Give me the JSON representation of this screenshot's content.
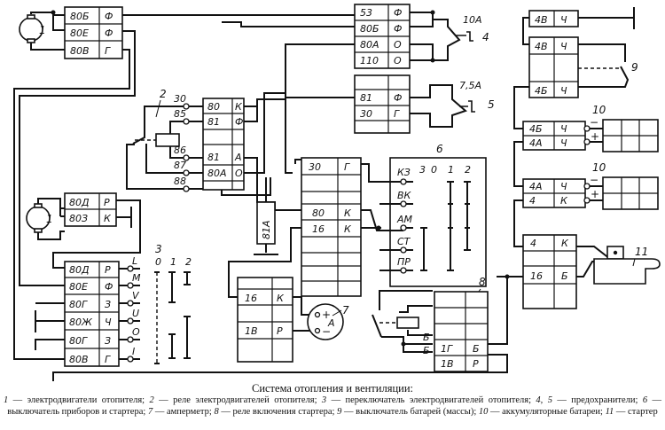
{
  "title": "Система отопления и вентиляции:",
  "legend": [
    {
      "num": "1",
      "text": "электродвигатели отопителя;"
    },
    {
      "num": "2",
      "text": "реле электродвигателей отопителя;"
    },
    {
      "num": "3",
      "text": "переключатель электродвигателей отопителя;"
    },
    {
      "num": "4, 5",
      "text": "предохранители;"
    },
    {
      "num": "6",
      "text": "выключатель приборов и стартера;"
    },
    {
      "num": "7",
      "text": "амперметр;"
    },
    {
      "num": "8",
      "text": "реле включения стартера;"
    },
    {
      "num": "9",
      "text": "выключатель батарей (массы);"
    },
    {
      "num": "10",
      "text": "аккумуляторные батареи;"
    },
    {
      "num": "11",
      "text": "стартер"
    }
  ],
  "components": {
    "motor_top": {
      "ref": "1",
      "rows": [
        [
          "80Б",
          "Ф"
        ],
        [
          "80Е",
          "Ф"
        ],
        [
          "80В",
          "Г"
        ]
      ]
    },
    "motor_mid": {
      "ref": "1",
      "rows": [
        [
          "80Д",
          "Р"
        ],
        [
          "80З",
          "К"
        ]
      ]
    },
    "relay2": {
      "ref": "2",
      "pins": [
        "30",
        "85",
        "86",
        "87",
        "88"
      ],
      "rows": [
        [
          "80",
          "К"
        ],
        [
          "81",
          "Ф"
        ],
        [
          "",
          ""
        ],
        [
          "81",
          "А"
        ],
        [
          "80А",
          "О"
        ],
        [
          "",
          ""
        ]
      ]
    },
    "switch3": {
      "ref": "3",
      "positions": [
        "0",
        "1",
        "2"
      ],
      "pins": [
        "L",
        "M",
        "V",
        "U",
        "O",
        "I"
      ],
      "rows": [
        [
          "80Д",
          "Р"
        ],
        [
          "80Е",
          "Ф"
        ],
        [
          "80Г",
          "З"
        ],
        [
          "80Ж",
          "Ч"
        ],
        [
          "80Г",
          "З"
        ],
        [
          "80В",
          "Г"
        ]
      ]
    },
    "fuse4": {
      "ref": "4",
      "rating": "10А",
      "rows": [
        [
          "53",
          "Ф"
        ],
        [
          "80Б",
          "Ф"
        ],
        [
          "80А",
          "О"
        ],
        [
          "110",
          "О"
        ]
      ]
    },
    "fuse5": {
      "ref": "5",
      "rating": "7,5А",
      "rows": [
        [
          "",
          ""
        ],
        [
          "81",
          "Ф"
        ],
        [
          "30",
          "Г"
        ],
        [
          "",
          ""
        ]
      ]
    },
    "resistor": {
      "label": "81А"
    },
    "block_center": {
      "rows": [
        [
          "30",
          "Г"
        ],
        [
          "",
          ""
        ],
        [
          "",
          ""
        ],
        [
          "80",
          "К"
        ],
        [
          "16",
          "К"
        ],
        [
          "",
          ""
        ],
        [
          "",
          ""
        ],
        [
          "",
          ""
        ]
      ]
    },
    "switch6": {
      "ref": "6",
      "positions": [
        "3",
        "0",
        "1",
        "2"
      ],
      "pins": [
        "КЗ",
        "ВК",
        "АМ",
        "СТ",
        "ПР"
      ]
    },
    "ammeter_block": {
      "rows": [
        [
          "",
          ""
        ],
        [
          "16",
          "К"
        ],
        [
          "",
          ""
        ],
        [
          "1В",
          "Р"
        ],
        [
          "",
          ""
        ]
      ]
    },
    "ammeter7": {
      "ref": "7",
      "symbol": "A",
      "plus": "+",
      "minus": "−"
    },
    "relay8": {
      "ref": "8",
      "wire_labels": [
        "Б",
        "Б"
      ],
      "rows": [
        [
          "",
          ""
        ],
        [
          "",
          ""
        ],
        [
          "",
          ""
        ],
        [
          "1Г",
          "Б"
        ],
        [
          "1В",
          "Р"
        ]
      ]
    },
    "batt_switch_top": {
      "rows": [
        [
          "4В",
          "Ч"
        ]
      ]
    },
    "switch9": {
      "ref": "9",
      "rows": [
        [
          "4В",
          "Ч"
        ],
        [
          "",
          ""
        ],
        [
          "4Б",
          "Ч"
        ]
      ]
    },
    "battery1": {
      "ref": "10",
      "rows": [
        [
          "4Б",
          "Ч"
        ],
        [
          "4А",
          "Ч"
        ]
      ],
      "minus": "−",
      "plus": "+"
    },
    "battery2": {
      "ref": "10",
      "rows": [
        [
          "4А",
          "Ч"
        ],
        [
          "4",
          "К"
        ]
      ],
      "minus": "−",
      "plus": "+"
    },
    "starter_block": {
      "rows": [
        [
          "4",
          "К"
        ],
        [
          "",
          ""
        ],
        [
          "16",
          "Б"
        ],
        [
          "",
          ""
        ]
      ]
    },
    "starter11": {
      "ref": "11"
    }
  }
}
